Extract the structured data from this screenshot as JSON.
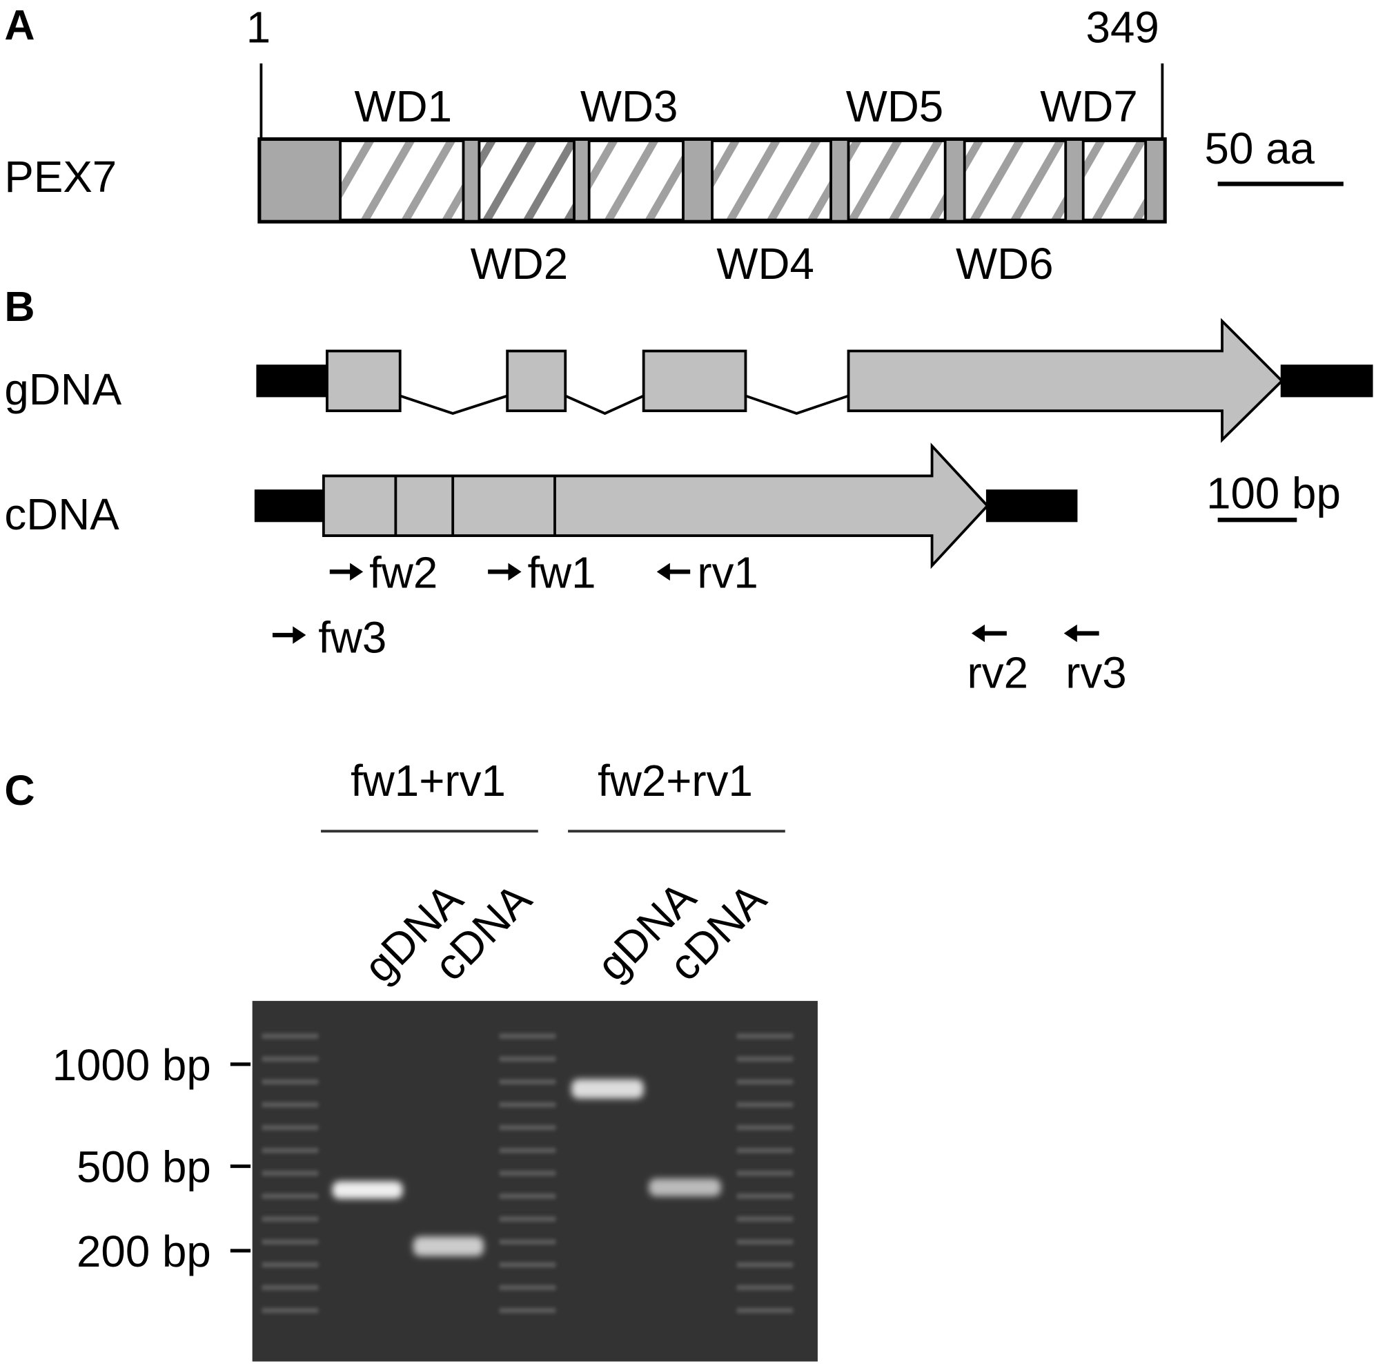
{
  "colors": {
    "domain_gray": "#a8a8a8",
    "exon_gray": "#c0c0c0",
    "hatch": "#a0a0a0",
    "hatch_dark": "#808080",
    "gel": "#333333",
    "band": "#f0f0f0"
  },
  "panel_a": {
    "letter": "A",
    "protein": "PEX7",
    "start": "1",
    "end": "349",
    "domains_top": [
      "WD1",
      "WD3",
      "WD5",
      "WD7"
    ],
    "domains_bottom": [
      "WD2",
      "WD4",
      "WD6"
    ],
    "scale": "50 aa"
  },
  "panel_b": {
    "letter": "B",
    "gdna": "gDNA",
    "cdna": "cDNA",
    "scale": "100 bp",
    "primers": {
      "fw1": "fw1",
      "fw2": "fw2",
      "fw3": "fw3",
      "rv1": "rv1",
      "rv2": "rv2",
      "rv3": "rv3"
    }
  },
  "panel_c": {
    "letter": "C",
    "groups": [
      "fw1+rv1",
      "fw2+rv1"
    ],
    "lanes": [
      "gDNA",
      "cDNA",
      "gDNA",
      "cDNA"
    ],
    "markers": [
      "1000 bp",
      "500 bp",
      "200 bp"
    ]
  }
}
